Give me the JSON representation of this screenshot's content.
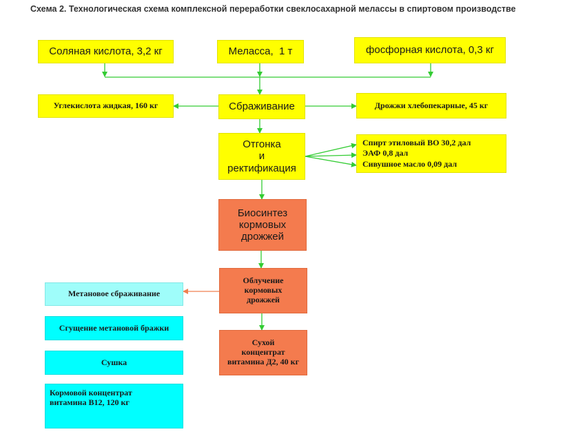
{
  "title": "Схема 2. Технологическая схема комплексной переработки свеклосахарной мелассы в спиртовом производстве",
  "colors": {
    "yellow": "#ffff00",
    "orange": "#f47b4e",
    "cyan": "#00ffff",
    "cyan_pale": "#9ffdfa",
    "arrow_green": "#33cc33",
    "arrow_orange": "#f08050"
  },
  "nodes": {
    "hcl": "Соляная кислота, 3,2 кг",
    "molasses": "Меласса,  1 т",
    "phosphoric": "фосфорная кислота, 0,3 кг",
    "co2": "Углекислота жидкая, 160 кг",
    "fermentation": "Сбраживание",
    "baker_yeast": "Дрожжи хлебопекарные, 45 кг",
    "distillation": {
      "line1": "Отгонка",
      "line2": "и",
      "line3": "ректификация"
    },
    "products": {
      "line1": "Спирт этиловый ВО 30,2 дал",
      "line2": "ЭАФ 0,8 дал",
      "line3": "Сивушное масло 0,09 дал"
    },
    "biosynthesis": {
      "line1": "Биосинтез",
      "line2": "кормовых",
      "line3": "дрожжей"
    },
    "irradiation": {
      "line1": "Облучение",
      "line2": "кормовых",
      "line3": "дрожжей"
    },
    "vitd2": {
      "line1": "Сухой",
      "line2": "концентрат",
      "line3": "витамина Д2, 40 кг"
    },
    "methane": "Метановое сбраживание",
    "thicken": "Сгущение метановой бражки",
    "drying": "Сушка",
    "vitb12": {
      "line1": "Кормовой концентрат",
      "line2": "витамина В12, 120 кг"
    }
  }
}
